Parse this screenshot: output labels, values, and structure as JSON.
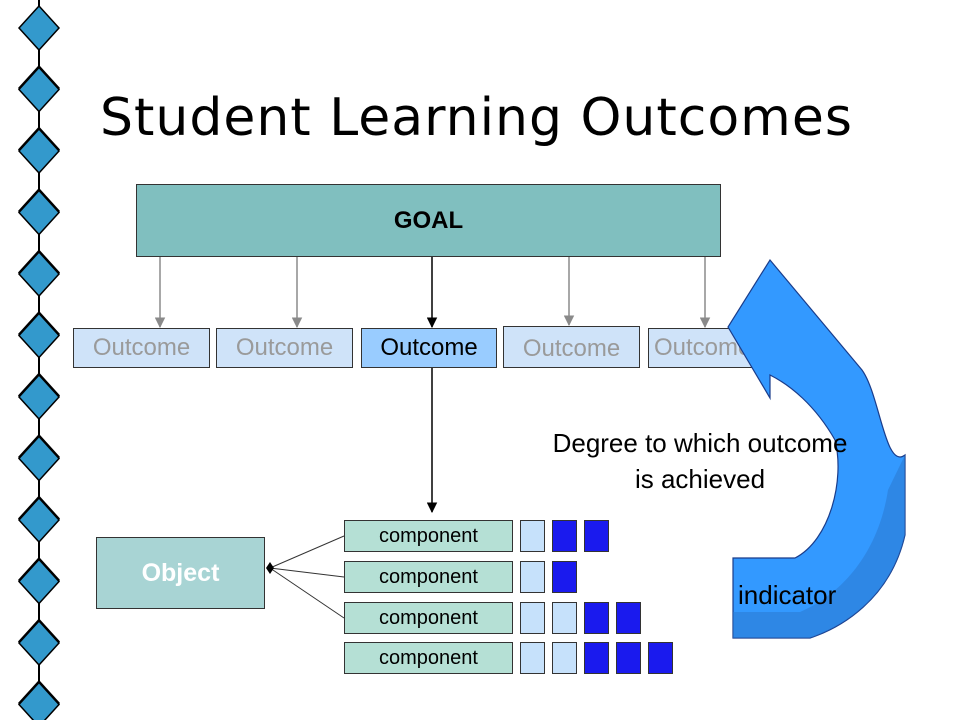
{
  "title": "Student Learning Outcomes",
  "goal": "GOAL",
  "outcomes": [
    "Outcome",
    "Outcome",
    "Outcome",
    "Outcome",
    "Outcome"
  ],
  "object": "Object",
  "components": [
    "component",
    "component",
    "component",
    "component"
  ],
  "degree_line1": "Degree to which outcome",
  "degree_line2": "is achieved",
  "indicator": "indicator",
  "indicator_levels": [
    {
      "light": 1,
      "dark": 2
    },
    {
      "light": 1,
      "dark": 1
    },
    {
      "light": 2,
      "dark": 2
    },
    {
      "light": 2,
      "dark": 3
    }
  ],
  "colors": {
    "goal": "#80bfbf",
    "outcome": "#cfe3f9",
    "outcome_selected": "#99ccff",
    "component": "#b5e0d5",
    "object": "#a8d4d4",
    "level_light": "#c6e1fb",
    "level_dark": "#1a1aee",
    "arrow_blue": "#3399ff",
    "diamond_light": "#3399cc",
    "diamond_dark": "#000066"
  }
}
